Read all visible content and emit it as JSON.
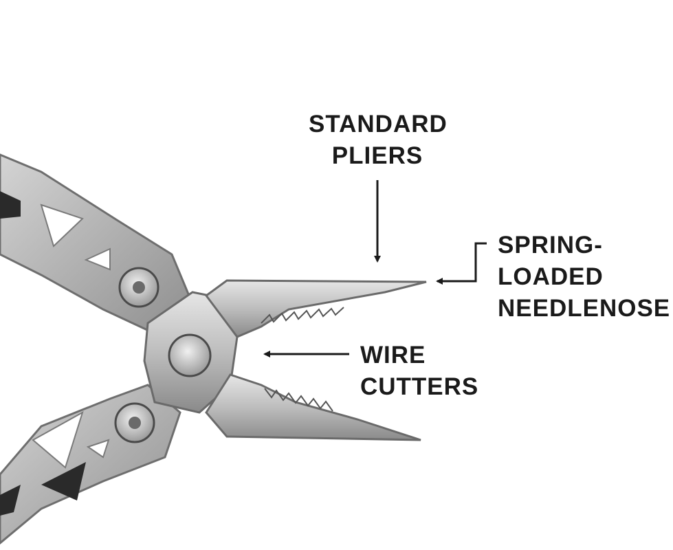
{
  "callouts": {
    "standard_pliers": [
      "STANDARD",
      "PLIERS"
    ],
    "spring_loaded_needlenose": [
      "SPRING-",
      "LOADED",
      "NEEDLENOSE"
    ],
    "wire_cutters": [
      "WIRE",
      "CUTTERS"
    ]
  },
  "colors": {
    "background": "#ffffff",
    "text": "#1a1a1a",
    "arrow": "#1a1a1a",
    "steel_light": "#d9d9d9",
    "steel_mid": "#a6a6a6",
    "steel_dark": "#5f5f5f"
  },
  "illustration": "multitool-pliers-open"
}
